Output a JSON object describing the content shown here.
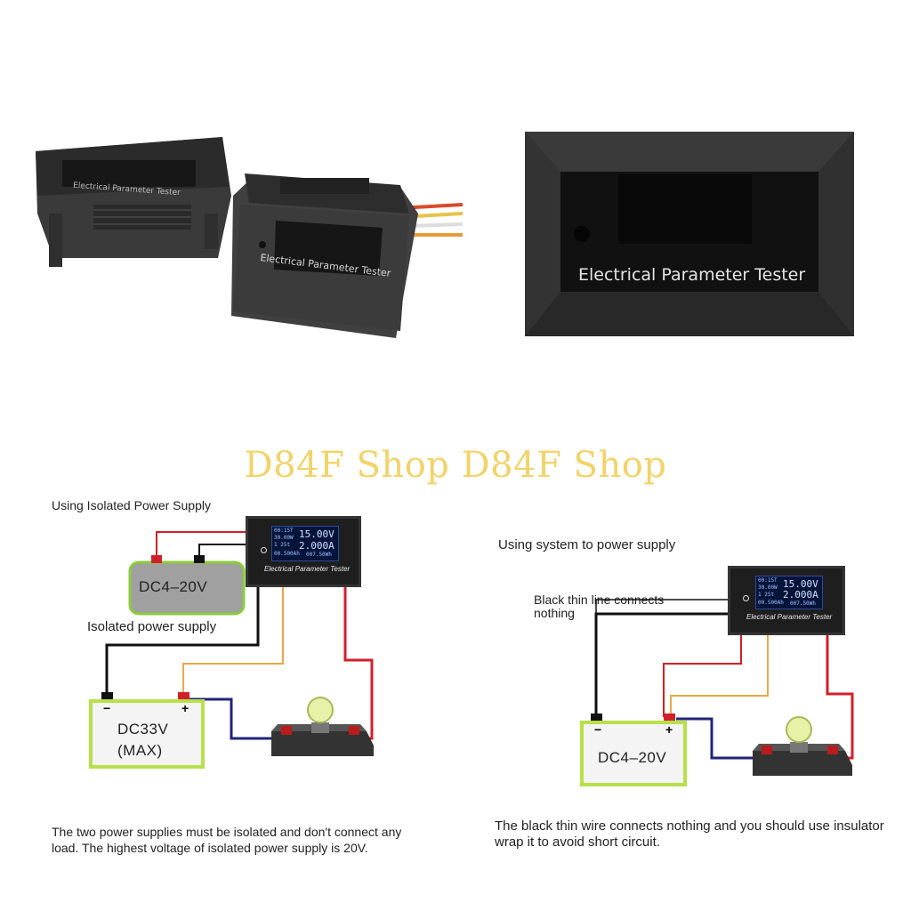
{
  "photos": {
    "left_device_label": "Electrical Parameter Tester",
    "right_device_label": "Electrical Parameter Tester"
  },
  "watermark": "D84F Shop D84F Shop",
  "diagram_left": {
    "title": "Using Isolated Power Supply",
    "meter": {
      "label": "Electrical Parameter Tester",
      "lcd": {
        "time": "00:15T",
        "power": "30.00W",
        "temp": "1  25t",
        "ah": "00.500Ah",
        "voltage": "15.00V",
        "current": "2.000A",
        "wh": "007.50Wh"
      }
    },
    "isolated_supply": "DC4–20V",
    "isolated_supply_label": "Isolated  power supply",
    "battery": {
      "line1": "DC33V",
      "line2": "(MAX)",
      "minus": "−",
      "plus": "+"
    },
    "note": "The two power supplies must be isolated and don't connect any load. The highest voltage of isolated power supply is 20V."
  },
  "diagram_right": {
    "title": "Using system to power supply",
    "annotation_line1": "Black  thin  line connects",
    "annotation_line2": "nothing",
    "meter": {
      "label": "Electrical Parameter Tester",
      "lcd": {
        "time": "00:15T",
        "power": "30.00W",
        "temp": "1  25t",
        "ah": "00.500Ah",
        "voltage": "15.00V",
        "current": "2.000A",
        "wh": "007.50Wh"
      }
    },
    "battery": {
      "line1": "DC4–20V",
      "minus": "−",
      "plus": "+"
    },
    "note": "The black thin wire connects nothing and you should use insulator wrap it to avoid short circuit."
  },
  "colors": {
    "red_wire": "#d0202a",
    "orange_wire": "#e8a94a",
    "blue_wire": "#23237a",
    "black_wire": "#111111",
    "battery_border": "#b7e04a",
    "watermark": "#f0cf5a"
  }
}
